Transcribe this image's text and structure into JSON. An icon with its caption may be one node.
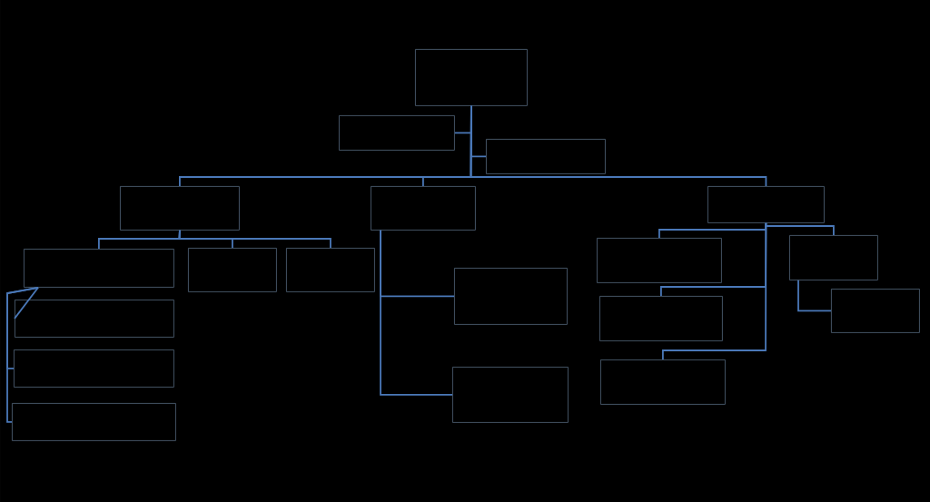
{
  "diagram": {
    "nodes": [
      {
        "text": [],
        "shape": "box"
      },
      {
        "text": [],
        "shape": "box"
      },
      {
        "text": [],
        "shape": "box"
      },
      {
        "text": [],
        "shape": "box"
      },
      {
        "text": [],
        "shape": "box"
      },
      {
        "text": [],
        "shape": "box"
      },
      {
        "text": [],
        "shape": "box"
      },
      {
        "text": [],
        "shape": "box"
      },
      {
        "text": [],
        "shape": "box"
      },
      {
        "text": [],
        "shape": "box"
      },
      {
        "text": [],
        "shape": "box"
      },
      {
        "text": [],
        "shape": "box"
      },
      {
        "text": [],
        "shape": "box"
      },
      {
        "text": [],
        "shape": "box"
      },
      {
        "text": [],
        "shape": "box"
      },
      {
        "text": [],
        "shape": "box"
      },
      {
        "text": [],
        "shape": "box"
      },
      {
        "text": [],
        "shape": "box"
      },
      {
        "text": [],
        "shape": "box"
      }
    ],
    "edges": [
      {
        "from": 0,
        "to": 1,
        "arrow": "none"
      },
      {
        "from": 0,
        "to": 2,
        "arrow": "none"
      },
      {
        "from": 0,
        "to": 3,
        "arrow": "none"
      },
      {
        "from": 0,
        "to": 4,
        "arrow": "none"
      },
      {
        "from": 0,
        "to": 5,
        "arrow": "none"
      },
      {
        "from": 3,
        "to": 6,
        "arrow": "none"
      },
      {
        "from": 3,
        "to": 7,
        "arrow": "none"
      },
      {
        "from": 3,
        "to": 8,
        "arrow": "none"
      },
      {
        "from": 6,
        "to": 14,
        "arrow": "none"
      },
      {
        "from": 6,
        "to": 15,
        "arrow": "none"
      },
      {
        "from": 6,
        "to": 18,
        "arrow": "none"
      },
      {
        "from": 4,
        "to": 11,
        "arrow": "none"
      },
      {
        "from": 4,
        "to": 16,
        "arrow": "none"
      },
      {
        "from": 5,
        "to": 9,
        "arrow": "none"
      },
      {
        "from": 5,
        "to": 12,
        "arrow": "none"
      },
      {
        "from": 5,
        "to": 17,
        "arrow": "none"
      },
      {
        "from": 5,
        "to": 10,
        "arrow": "none"
      },
      {
        "from": 10,
        "to": 13,
        "arrow": "none"
      }
    ]
  }
}
